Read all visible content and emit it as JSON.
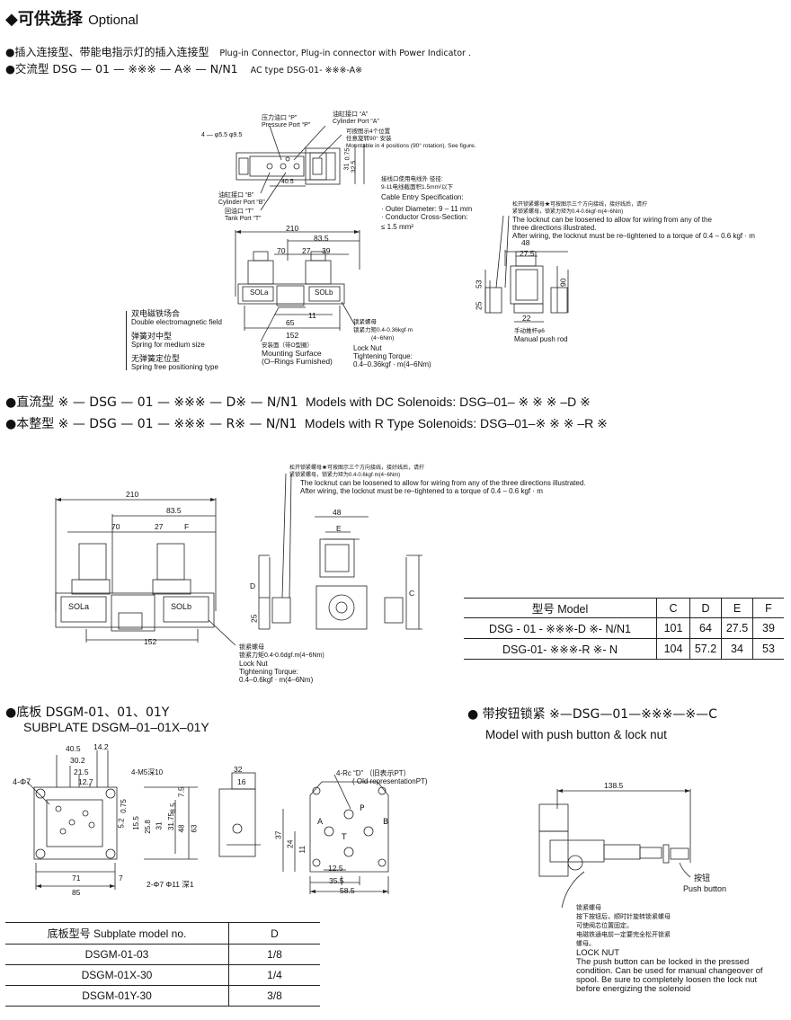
{
  "header": {
    "title": "◆可供选择",
    "title_en": "Optional"
  },
  "options": {
    "line1_cn": "●插入连接型、带能电指示灯的插入连接型",
    "line1_en": "Plug-in Connector, Plug-in connector with Power Indicator .",
    "line2_cn": "●交流型 DSG — 01 — ※※※ — A※ — N/N1",
    "line2_en": "AC type DSG-01- ※※※-A※"
  },
  "ac": {
    "pressure_port": "压力油口 “P”",
    "pressure_port_en": "Pressure Port “P”",
    "cyl_a": "油缸接口 “A”",
    "cyl_a_en": "Cylinder Port “A”",
    "mount_cn1": "可按图示4个位置",
    "mount_cn2": "任意旋转90° 安装",
    "mount_en": "Mountable in 4 positions (90° rotation). See figure.",
    "hole": "4 — φ5.5 φ9.5",
    "cyl_b": "油缸接口 “B”",
    "cyl_b_en": "Cylinder Port “B”",
    "tank": "回油口 “T”",
    "tank_en": "Tank Port “T”",
    "d405": "40.5",
    "d31": "31",
    "d075": "0.75",
    "d325": "32.5",
    "cable_cn1": "接线口使用电线外 径径:",
    "cable_cn2": "9-11电线截面积1.5mm²以下",
    "cable_en": "Cable Entry Specification:",
    "outer": "· Outer Diameter: 9 – 11 mm",
    "conductor": "· Conductor Cross-Section:",
    "cross": "≤ 1.5 mm²",
    "locknut_cn1": "松开锁紧螺母★可按图示三个方向接线，接好线后，请拧",
    "locknut_cn2": "紧锁紧螺母，锁紧力矩为0.4-0.6kgf·m(4~6Nm)",
    "locknut_en1": "The locknut can be loosened to allow for wiring from any of the",
    "locknut_en2": "three directions illustrated.",
    "locknut_en3": "After wiring, the locknut must be re–tightened to a torque of 0.4 – 0.6 kgf · m",
    "d210": "210",
    "d835": "83.5",
    "d70": "70",
    "d27": "27",
    "d39": "39",
    "sola": "SOLa",
    "solb": "SOLb",
    "d65": "65",
    "d11": "11",
    "d152": "152",
    "dbl_cn": "双电磁铁场合",
    "dbl_en": "Double electromagnetic field",
    "spr_cn": "弹簧对中型",
    "spr_en": "Spring for medium size",
    "free_cn": "无弹簧定位型",
    "free_en": "Spring free positioning type",
    "surf_cn": "安装面（带O型圈）",
    "surf_en1": "Mounting Surface",
    "surf_en2": "(O–Rings Furnished)",
    "nut_cn": "锁紧螺母",
    "nut_cn2": "锁紧力矩0.4-0.36kgf·m",
    "nut_cn3": "(4~6Nm)",
    "nut_en1": "Lock Nut",
    "nut_en2": "Tightening Torque:",
    "nut_en3": "0.4–0.36kgf · m(4–6Nm)",
    "d48": "48",
    "d275": "27.5",
    "d53": "53",
    "d90": "90",
    "d25": "25",
    "d22": "22",
    "push_cn": "手动推杆φ6",
    "push_en": "Manual push rod"
  },
  "dc_line": "●直流型 ※ — DSG — 01 — ※※※ — D※ — N/N1",
  "dc_line_en": "Models with DC Solenoids: DSG–01– ※ ※ ※ –D ※",
  "r_line": "●本整型 ※ — DSG — 01 — ※※※ — R※ — N/N1",
  "r_line_en": "Models with R Type Solenoids: DSG–01–※ ※ ※ –R ※",
  "dc": {
    "d210": "210",
    "d835": "83.5",
    "d70": "70",
    "d27": "27",
    "F": "F",
    "sola": "SOLa",
    "solb": "SOLb",
    "d152": "152",
    "nut_cn": "锁紧螺母",
    "nut_cn2": "锁紧力矩0.4-0.6dgf.m(4~6Nm)",
    "nut_en1": "Lock Nut",
    "nut_en2": "Tightening Torque:",
    "nut_en3": "0.4–0.6kgf · m(4–6Nm)",
    "cn1": "松开锁紧螺母★可按图示三个方向接线，接好线后，请拧",
    "cn2": "紧锁紧螺母，锁紧力矩为0.4-0.6kgf·m(4~6Nm)",
    "en1": "The locknut can be loosened to allow for wiring from any of the three directions illustrated.",
    "en2": "After wiring, the locknut must be re–tightened to a torque of 0.4 – 0.6 kgf · m",
    "d48": "48",
    "E": "E",
    "D": "D",
    "C": "C",
    "d25": "25"
  },
  "model_table": {
    "headers": [
      "型号 Model",
      "C",
      "D",
      "E",
      "F"
    ],
    "rows": [
      [
        "DSG - 01 - ※※※-D ※- N/N1",
        "101",
        "64",
        "27.5",
        "39"
      ],
      [
        "DSG-01- ※※※-R ※- N",
        "104",
        "57.2",
        "34",
        "53"
      ]
    ]
  },
  "subplate": {
    "title_cn": "●底板 DSGM-01、01、01Y",
    "title_en": "SUBPLATE DSGM–01–01X–01Y",
    "d405": "40.5",
    "d142": "14.2",
    "d302": "30.2",
    "d215": "21.5",
    "d127": "12.7",
    "hole4": "4-Φ7",
    "m5": "4-M5深10",
    "d75": "7.5",
    "v52": "5.2",
    "v075": "0.75",
    "v155": "15.5",
    "v258": "25.8",
    "v31": "31",
    "v3175": "31.75",
    "v85": "8.5",
    "v48": "48",
    "v63": "63",
    "d71": "71",
    "d7": "7",
    "d85": "85",
    "bore": "2-Φ7 Φ11 深1",
    "s32": "32",
    "s16": "16",
    "rc": "4-Rc “D” （旧表示PT）",
    "rc_en": "( Old representationPT)",
    "P": "P",
    "A": "A",
    "B": "B",
    "T": "T",
    "d37": "37",
    "d24": "24",
    "d11": "11",
    "d125": "12.5",
    "d355": "35.5",
    "d585": "58.5"
  },
  "subplate_table": {
    "headers": [
      "底板型号 Subplate model no.",
      "D"
    ],
    "rows": [
      [
        "DSGM-01-03",
        "1/8"
      ],
      [
        "DSGM-01X-30",
        "1/4"
      ],
      [
        "DSGM-01Y-30",
        "3/8"
      ]
    ]
  },
  "pushbutton": {
    "title_cn": "● 带按钮锁紧 ※—DSG—01—※※※—※—C",
    "title_en": "Model with push button & lock nut",
    "d1385": "138.5",
    "btn_cn": "按钮",
    "btn_en": "Push button",
    "cn1": "锁紧螺母",
    "cn2": "按下按钮后，顺时针旋转锁紧螺母",
    "cn3": "可使阀芯位置固定。",
    "cn4": "电磁铁通电前一定要完全松开锁紧",
    "cn5": "螺母。",
    "en0": "LOCK NUT",
    "en1": "The push button can be locked in the pressed",
    "en2": "condition. Can be used for manual changeover of",
    "en3": "spool. Be sure to completely loosen the lock nut",
    "en4": "before energizing the solenoid"
  }
}
